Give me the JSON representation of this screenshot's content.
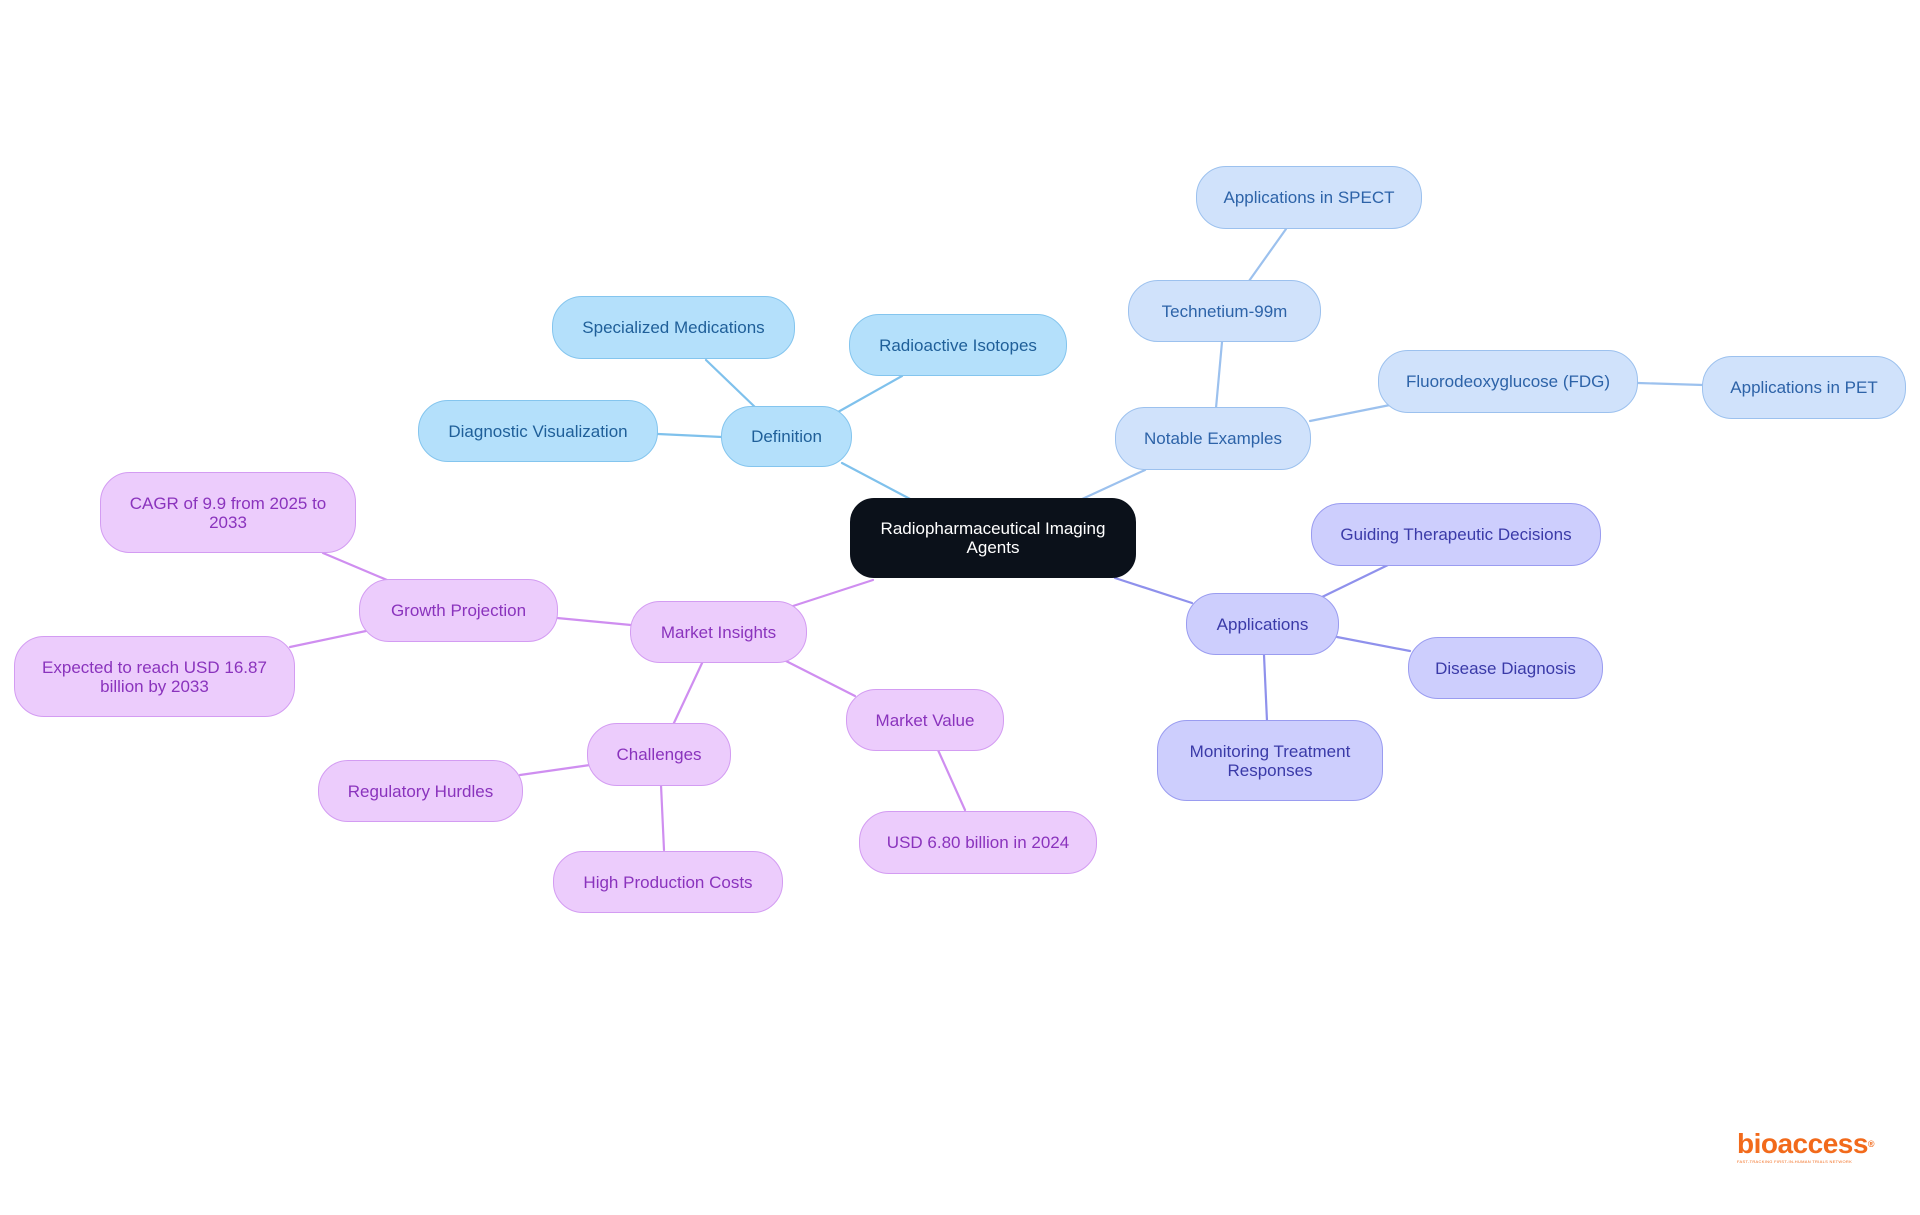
{
  "diagram": {
    "root": "Radiopharmaceutical Imaging Agents",
    "branches": {
      "definition": {
        "label": "Definition",
        "children": {
          "specialized": "Specialized Medications",
          "isotopes": "Radioactive Isotopes",
          "visualization": "Diagnostic Visualization"
        }
      },
      "examples": {
        "label": "Notable Examples",
        "technetium": {
          "label": "Technetium-99m",
          "spect": "Applications in SPECT"
        },
        "fdg": {
          "label": "Fluorodeoxyglucose (FDG)",
          "pet": "Applications in PET"
        }
      },
      "applications": {
        "label": "Applications",
        "children": {
          "guiding": "Guiding Therapeutic Decisions",
          "diagnosis": "Disease Diagnosis",
          "monitoring": "Monitoring Treatment Responses"
        }
      },
      "market": {
        "label": "Market Insights",
        "growth": {
          "label": "Growth Projection",
          "cagr": "CAGR of 9.9 from 2025 to 2033",
          "reach": "Expected to reach USD 16.87 billion by 2033"
        },
        "challenges": {
          "label": "Challenges",
          "regulatory": "Regulatory Hurdles",
          "costs": "High Production Costs"
        },
        "value": {
          "label": "Market Value",
          "usd2024": "USD 6.80 billion in 2024"
        }
      }
    }
  },
  "colors": {
    "root": "#0b111a",
    "definition": "#84c5ee",
    "examples": "#9cc1ee",
    "applications": "#9a9cf0",
    "market": "#d39cf2"
  },
  "logo": {
    "text": "bioaccess",
    "tagline": "FAST-TRACKING FIRST-IN-HUMAN TRIALS NETWORK"
  }
}
